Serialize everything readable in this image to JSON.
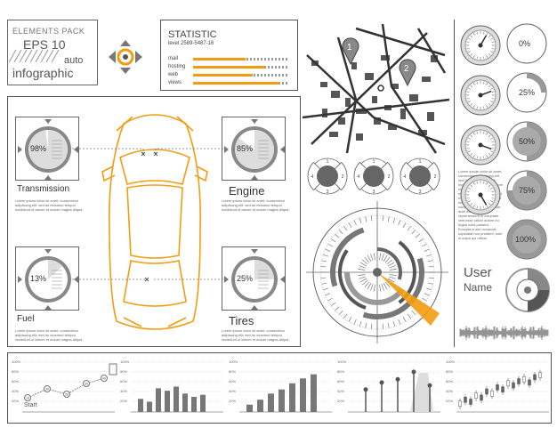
{
  "header": {
    "elements_pack": "ELEMENTS PACK",
    "eps": "EPS 10",
    "auto": "auto",
    "infographic": "infographic"
  },
  "statistic": {
    "title": "STATISTIC",
    "level": "level 2589-5487-16",
    "rows": [
      {
        "label": "mail",
        "fill": 0.55
      },
      {
        "label": "hosting",
        "fill": 0.75
      },
      {
        "label": "web",
        "fill": 0.62
      },
      {
        "label": "views",
        "fill": 0.9
      }
    ],
    "accent": "#f39c12"
  },
  "car": {
    "accent": "#f39c12",
    "gauges": [
      {
        "label": "Transmission",
        "value": "98%"
      },
      {
        "label": "Engine",
        "value": "85%"
      },
      {
        "label": "Fuel",
        "value": "13%"
      },
      {
        "label": "Tires",
        "value": "25%"
      }
    ],
    "lorem": "Lorem ipsum dolor sit amet, consectetur adipiscing elit, sed do eiusmod tempor incididunt ut labore et dolore magna aliqua."
  },
  "map": {
    "pins": [
      "1",
      "2"
    ]
  },
  "pies": [
    {
      "labels": [
        "1",
        "2",
        "3",
        "4"
      ]
    },
    {
      "labels": [
        "1",
        "2",
        "3",
        "4"
      ]
    },
    {
      "labels": [
        "1",
        "2",
        "3",
        "4"
      ]
    }
  ],
  "right_gauges": {
    "percent_labels": [
      "0%",
      "25%",
      "50%",
      "75%",
      "100%"
    ],
    "lorem": "Lorem ipsum dolor sit amet, consectetur adipiscing elit, sed do eiusmod tempor incididunt ut labore et dolore magna aliqua. Ut enim ad minim veniam, quis nostrud exercitation ullamco laboris nisi ut aliquip ex ea commodo consequat. Duis aute irure dolor in reprehenderit in voluptate velit esse cillum dolore eu fugiat nulla pariatur. Excepteur sint occaecat cupidatat non proident, sunt in culpa qui officia."
  },
  "user": {
    "label1": "User",
    "label2": "Name"
  },
  "bottom": {
    "start_label": "Start",
    "y_ticks": [
      "100%",
      "80%",
      "60%",
      "40%",
      "20%"
    ],
    "line_points": [
      "10",
      "30",
      "20",
      "30",
      "40"
    ],
    "bars1": [
      0.32,
      0.25,
      0.58,
      0.52,
      0.62,
      0.45,
      0.37,
      0.42
    ],
    "bars2": [
      0.18,
      0.3,
      0.45,
      0.55,
      0.7,
      0.82,
      0.92
    ],
    "lollipop": [
      0.55,
      0.72,
      0.8,
      0.98,
      0.65
    ]
  }
}
